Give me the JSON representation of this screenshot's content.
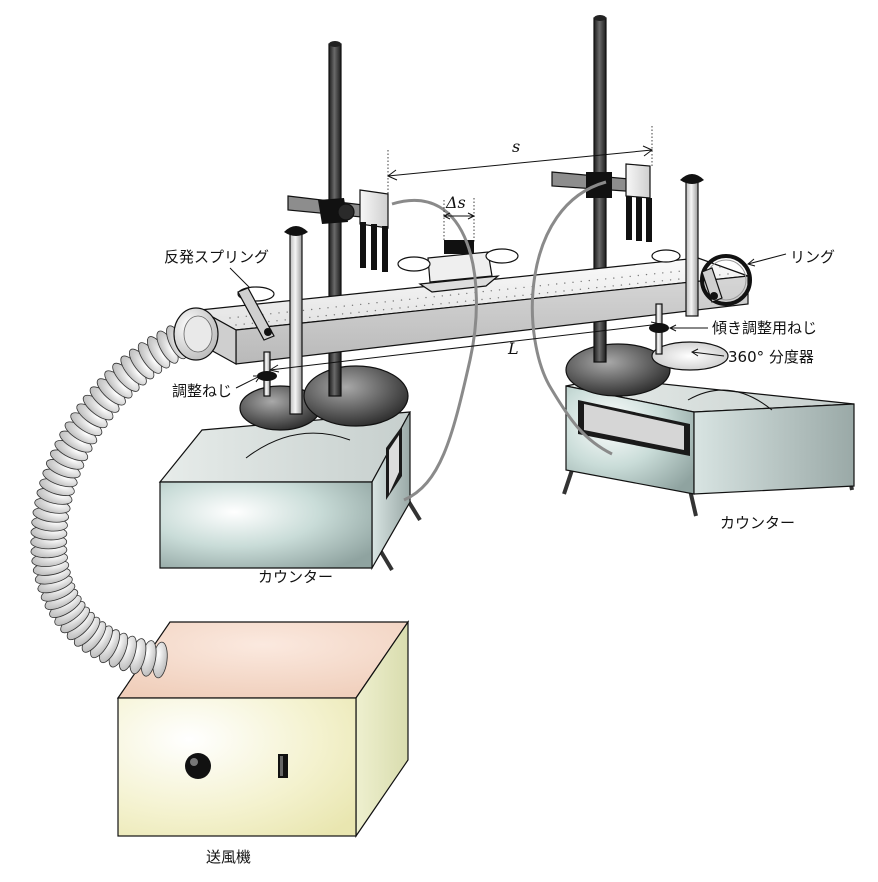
{
  "labels": {
    "spring": "反発スプリング",
    "ring": "リング",
    "tilt_screw": "傾き調整用ねじ",
    "protractor": "360° 分度器",
    "adjust_screw": "調整ねじ",
    "counter_left": "カウンター",
    "counter_right": "カウンター",
    "blower": "送風機",
    "s": "s",
    "delta_s": "Δs",
    "L": "L"
  },
  "colors": {
    "track": "#e6e6e6",
    "blower_front": "#f3f2c9",
    "blower_top": "#f2d6c6",
    "blower_side": "#e9ebc2",
    "counter_front": "#cfe3de",
    "counter_side": "#b6c2c0",
    "rod_dark": "#3c3c3c",
    "cable_gray": "#8a8a8a"
  },
  "icons": [
    "hose-icon",
    "blower-knob-icon",
    "blower-switch-icon"
  ]
}
